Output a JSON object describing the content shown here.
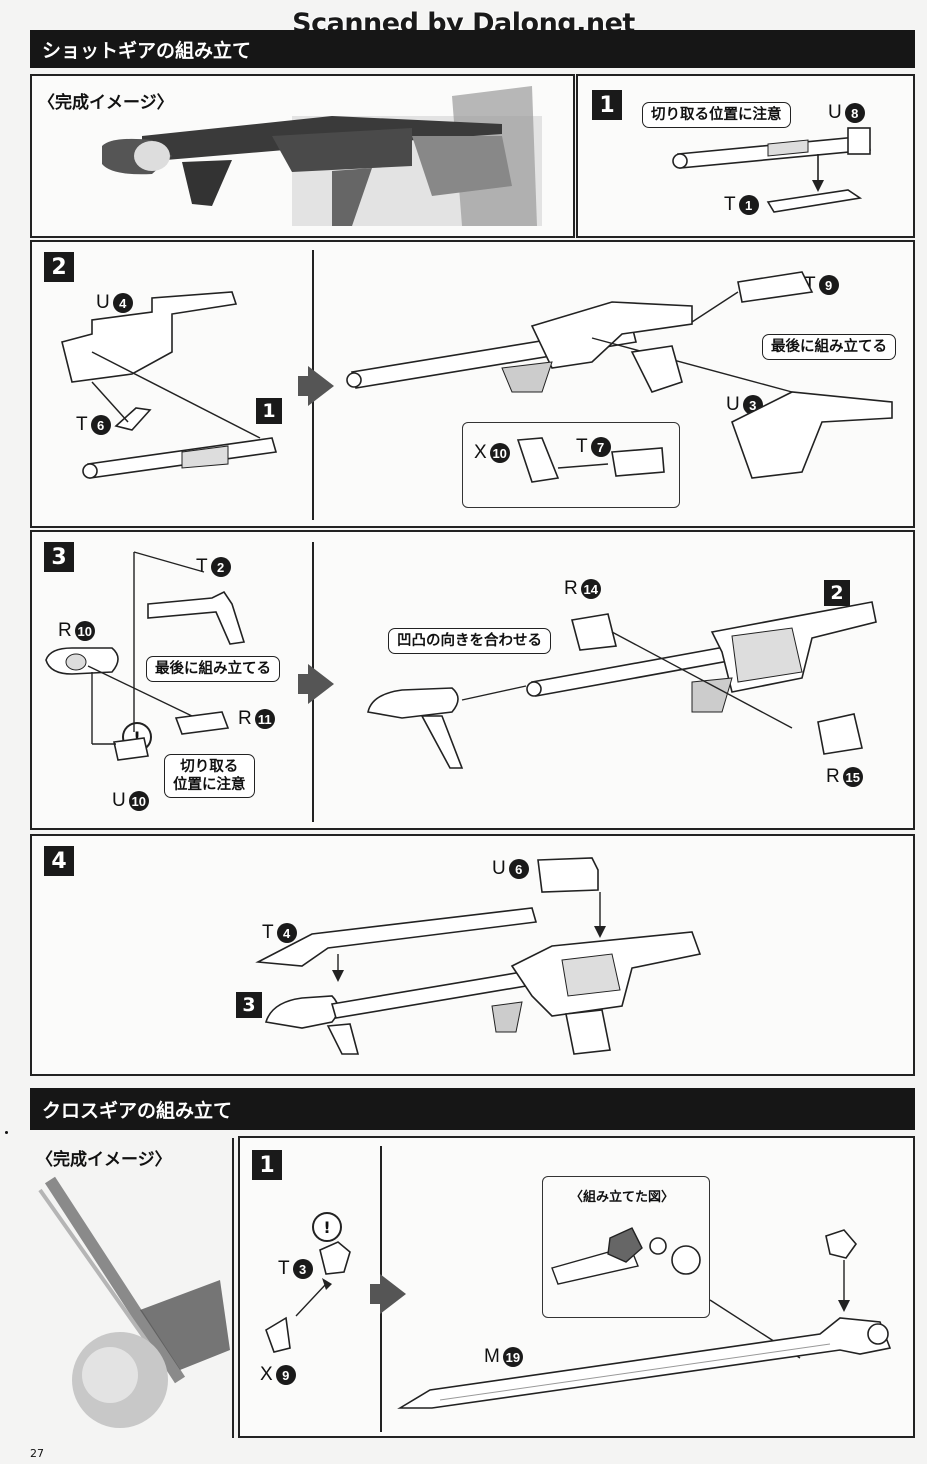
{
  "watermark": "Scanned by Dalong.net",
  "section1": {
    "title": "ショットギアの組み立て",
    "image_label": "〈完成イメージ〉",
    "step1": {
      "num": "1",
      "callout": "切り取る位置に注意",
      "parts": [
        {
          "letter": "U",
          "num": "8"
        },
        {
          "letter": "T",
          "num": "1"
        }
      ]
    },
    "step2": {
      "num": "2",
      "ref": "1",
      "callout": "最後に組み立てる",
      "parts": [
        {
          "letter": "U",
          "num": "4"
        },
        {
          "letter": "T",
          "num": "6"
        },
        {
          "letter": "T",
          "num": "9"
        },
        {
          "letter": "U",
          "num": "3"
        },
        {
          "letter": "X",
          "num": "10"
        },
        {
          "letter": "T",
          "num": "7"
        }
      ]
    },
    "step3": {
      "num": "3",
      "ref": "2",
      "callout_last": "最後に組み立てる",
      "callout_cut": "切り取る\n位置に注意",
      "callout_align": "凹凸の向きを合わせる",
      "warn": "!",
      "parts": [
        {
          "letter": "T",
          "num": "2"
        },
        {
          "letter": "R",
          "num": "10"
        },
        {
          "letter": "R",
          "num": "11"
        },
        {
          "letter": "U",
          "num": "10"
        },
        {
          "letter": "R",
          "num": "14"
        },
        {
          "letter": "R",
          "num": "15"
        }
      ]
    },
    "step4": {
      "num": "4",
      "ref": "3",
      "parts": [
        {
          "letter": "U",
          "num": "6"
        },
        {
          "letter": "T",
          "num": "4"
        }
      ]
    }
  },
  "section2": {
    "title": "クロスギアの組み立て",
    "image_label": "〈完成イメージ〉",
    "step1": {
      "num": "1",
      "assembled_label": "〈組み立てた図〉",
      "warn": "!",
      "parts": [
        {
          "letter": "T",
          "num": "3"
        },
        {
          "letter": "X",
          "num": "9"
        },
        {
          "letter": "M",
          "num": "19"
        }
      ]
    }
  },
  "page_number": "27"
}
